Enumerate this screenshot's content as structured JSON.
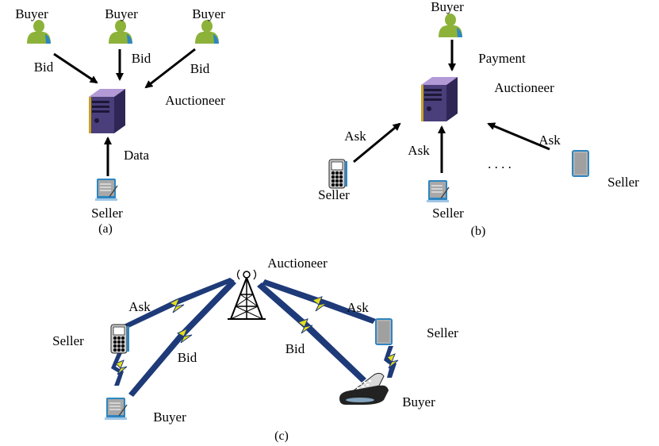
{
  "panel_a": {
    "buyer_labels": [
      "Buyer",
      "Buyer",
      "Buyer"
    ],
    "bid_labels": [
      "Bid",
      "Bid",
      "Bid"
    ],
    "auctioneer": "Auctioneer",
    "data_label": "Data",
    "seller": "Seller",
    "caption": "(a)"
  },
  "panel_b": {
    "buyer": "Buyer",
    "payment_label": "Payment",
    "auctioneer": "Auctioneer",
    "ask_labels": [
      "Ask",
      "Ask",
      "Ask"
    ],
    "sellers": [
      "Seller",
      "Seller",
      "Seller"
    ],
    "ellipsis": ". . . .",
    "caption": "(b)"
  },
  "panel_c": {
    "auctioneer": "Auctioneer",
    "left_seller": "Seller",
    "left_buyer": "Buyer",
    "right_seller": "Seller",
    "right_buyer": "Buyer",
    "ask_left": "Ask",
    "ask_right": "Ask",
    "bid_left": "Bid",
    "bid_right": "Bid",
    "caption": "(c)"
  },
  "colors": {
    "buyer_green": "#8db23a",
    "server_purple": "#4a3f7a",
    "link_blue": "#1e3a78",
    "bolt_yellow": "#e3dd1e"
  }
}
